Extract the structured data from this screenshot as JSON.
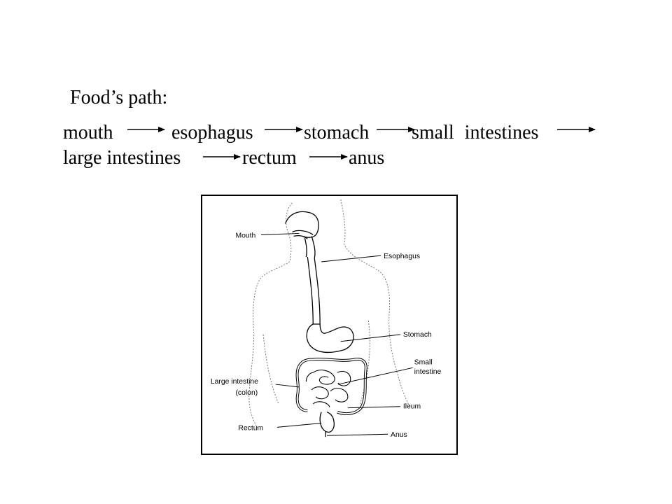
{
  "title": "Food’s path:",
  "path_line1": [
    "mouth",
    "esophagus",
    "stomach",
    "small intestines"
  ],
  "path_line2": [
    "large intestines",
    "rectum",
    "anus"
  ],
  "diagram": {
    "labels": {
      "mouth": "Mouth",
      "esophagus": "Esophagus",
      "stomach": "Stomach",
      "small_intestine_1": "Small",
      "small_intestine_2": "intestine",
      "large_intestine_1": "Large intestine",
      "large_intestine_2": "(colon)",
      "ileum": "Ileum",
      "rectum": "Rectum",
      "anus": "Anus"
    }
  }
}
